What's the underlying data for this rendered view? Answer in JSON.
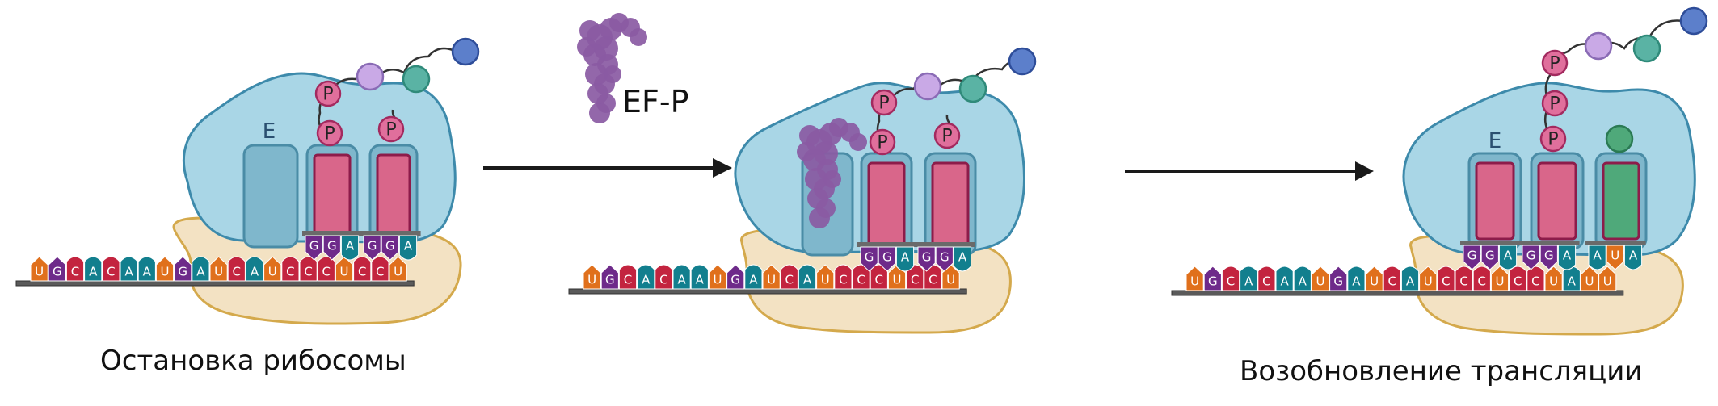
{
  "labels": {
    "stall": "Остановка рибосомы",
    "resume": "Возобновление трансляции",
    "efp": "EF-P",
    "e_site": "E",
    "phospho": "P"
  },
  "mrna": {
    "panel1": [
      "U",
      "G",
      "C",
      "A",
      "C",
      "A",
      "A",
      "U",
      "G",
      "A",
      "U",
      "C",
      "A",
      "U",
      "C",
      "C",
      "C",
      "U",
      "C",
      "C",
      "U"
    ],
    "panel2": [
      "U",
      "G",
      "C",
      "A",
      "C",
      "A",
      "A",
      "U",
      "G",
      "A",
      "U",
      "C",
      "A",
      "U",
      "C",
      "C",
      "C",
      "U",
      "C",
      "C",
      "U"
    ],
    "panel3": [
      "U",
      "G",
      "C",
      "A",
      "C",
      "A",
      "A",
      "U",
      "G",
      "A",
      "U",
      "C",
      "A",
      "U",
      "C",
      "C",
      "C",
      "U",
      "C",
      "C",
      "U",
      "A",
      "U",
      "U"
    ]
  },
  "anticodons": {
    "panel1": [
      [
        "G",
        "G",
        "A"
      ],
      [
        "G",
        "G",
        "A"
      ]
    ],
    "panel2": [
      [
        "G",
        "G",
        "A"
      ],
      [
        "G",
        "G",
        "A"
      ]
    ],
    "panel3": [
      [
        "G",
        "G",
        "A"
      ],
      [
        "G",
        "G",
        "A"
      ],
      [
        "A",
        "U",
        "A"
      ]
    ]
  },
  "colors": {
    "U": "#e0701c",
    "G": "#6e2a8a",
    "C": "#c3243f",
    "A": "#127f8e",
    "ribosome_large": "#a9d6e6",
    "ribosome_small": "#f3e2c3",
    "trna_site": "#7fb7cc",
    "trna_pink": "#d9668a",
    "trna_green": "#4fa97a",
    "phospho": "#e06f9c",
    "bead_lavender": "#c9a9e6",
    "bead_teal": "#5ab3a4",
    "bead_blue": "#5c7fcb",
    "efp": "#8a5aa3",
    "arrow": "#1a1a1a"
  }
}
